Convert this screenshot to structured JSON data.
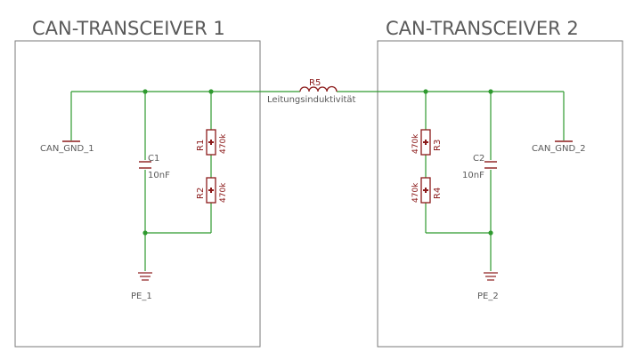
{
  "blocks": {
    "left_title": "CAN-TRANSCEIVER 1",
    "right_title": "CAN-TRANSCEIVER 2"
  },
  "line": {
    "name": "R5",
    "desc": "Leitungsinduktivität"
  },
  "left": {
    "gnd_label": "CAN_GND_1",
    "cap_name": "C1",
    "cap_value": "10nF",
    "r_top_name": "R1",
    "r_top_value": "470k",
    "r_bot_name": "R2",
    "r_bot_value": "470k",
    "pe_label": "PE_1"
  },
  "right": {
    "gnd_label": "CAN_GND_2",
    "cap_name": "C2",
    "cap_value": "10nF",
    "r_top_name": "R3",
    "r_top_value": "470k",
    "r_bot_name": "R4",
    "r_bot_value": "470k",
    "pe_label": "PE_2"
  },
  "colors": {
    "wire": "#2f9a2f",
    "component": "#8b1a1a",
    "frame": "#7a7a7a",
    "text": "#5a5a5a"
  }
}
